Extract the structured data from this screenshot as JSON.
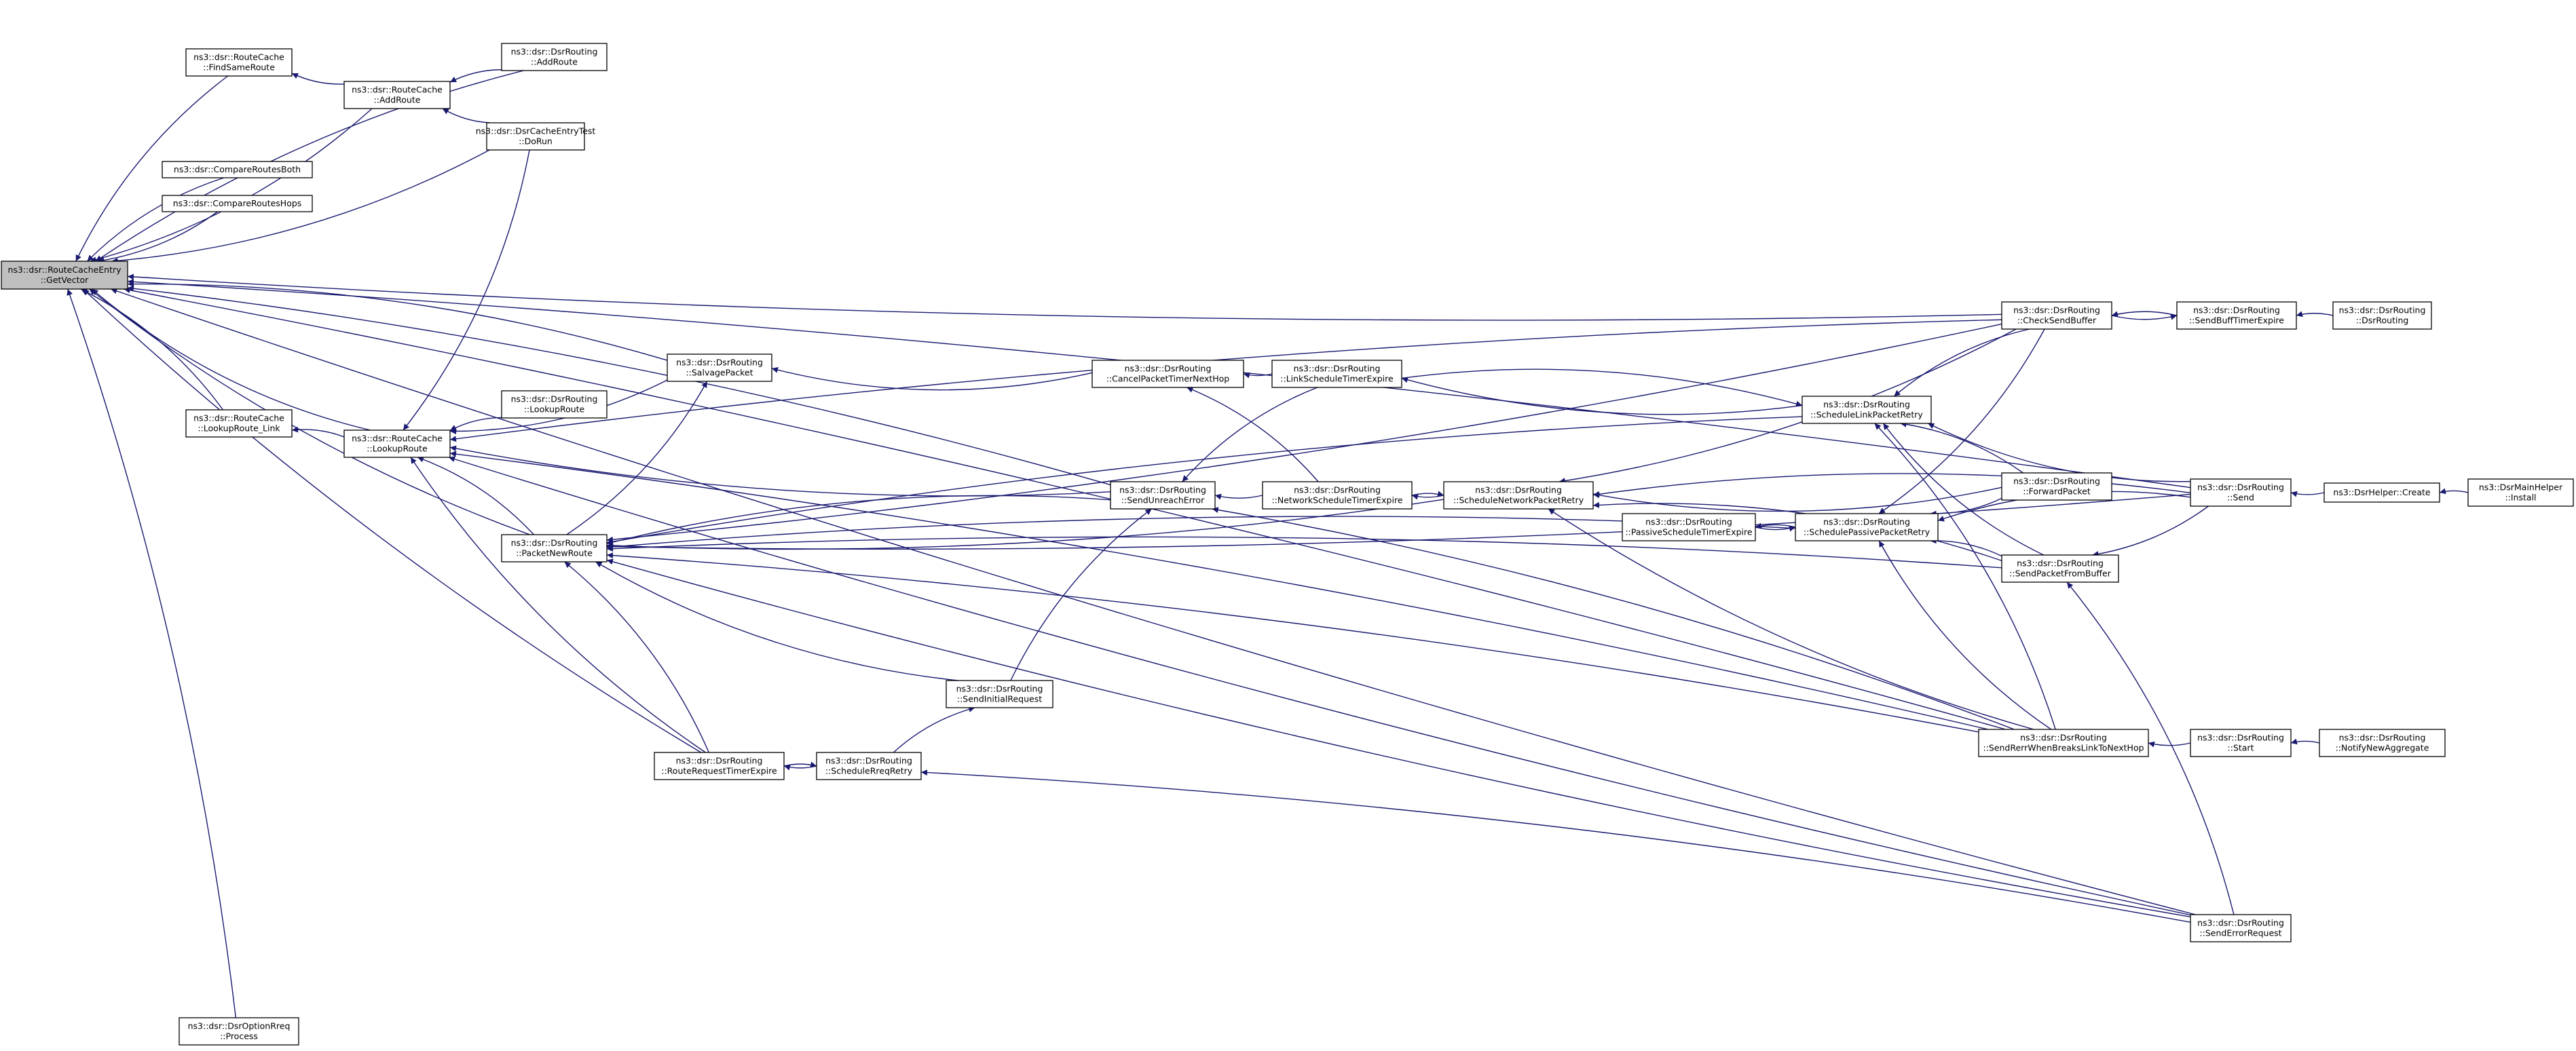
{
  "colors": {
    "edge": "#191970",
    "root_fill": "#bfbfbf",
    "node_fill": "#ffffff",
    "node_border": "#000000"
  },
  "nodes": [
    {
      "id": "GetVector",
      "lines": [
        "ns3::dsr::RouteCacheEntry",
        "::GetVector"
      ],
      "root": true
    },
    {
      "id": "FindSameRoute",
      "lines": [
        "ns3::dsr::RouteCache",
        "::FindSameRoute"
      ]
    },
    {
      "id": "AddRouteCache",
      "lines": [
        "ns3::dsr::RouteCache",
        "::AddRoute"
      ]
    },
    {
      "id": "AddRouteDsr",
      "lines": [
        "ns3::dsr::DsrRouting",
        "::AddRoute"
      ]
    },
    {
      "id": "DoRun",
      "lines": [
        "ns3::dsr::DsrCacheEntryTest",
        "::DoRun"
      ]
    },
    {
      "id": "CompareRoutesBoth",
      "lines": [
        "ns3::dsr::CompareRoutesBoth"
      ]
    },
    {
      "id": "CompareRoutesHops",
      "lines": [
        "ns3::dsr::CompareRoutesHops"
      ]
    },
    {
      "id": "LookupRouteLink",
      "lines": [
        "ns3::dsr::RouteCache",
        "::LookupRoute_Link"
      ]
    },
    {
      "id": "LookupRouteCache",
      "lines": [
        "ns3::dsr::RouteCache",
        "::LookupRoute"
      ]
    },
    {
      "id": "LookupRouteDsr",
      "lines": [
        "ns3::dsr::DsrRouting",
        "::LookupRoute"
      ]
    },
    {
      "id": "SalvagePacket",
      "lines": [
        "ns3::dsr::DsrRouting",
        "::SalvagePacket"
      ]
    },
    {
      "id": "PacketNewRoute",
      "lines": [
        "ns3::dsr::DsrRouting",
        "::PacketNewRoute"
      ]
    },
    {
      "id": "SendInitialRequest",
      "lines": [
        "ns3::dsr::DsrRouting",
        "::SendInitialRequest"
      ]
    },
    {
      "id": "RouteRequestTimerExpire",
      "lines": [
        "ns3::dsr::DsrRouting",
        "::RouteRequestTimerExpire"
      ]
    },
    {
      "id": "ScheduleRreqRetry",
      "lines": [
        "ns3::dsr::DsrRouting",
        "::ScheduleRreqRetry"
      ]
    },
    {
      "id": "CancelPacketTimerNextHop",
      "lines": [
        "ns3::dsr::DsrRouting",
        "::CancelPacketTimerNextHop"
      ]
    },
    {
      "id": "SendUnreachError",
      "lines": [
        "ns3::dsr::DsrRouting",
        "::SendUnreachError"
      ]
    },
    {
      "id": "LinkScheduleTimerExpire",
      "lines": [
        "ns3::dsr::DsrRouting",
        "::LinkScheduleTimerExpire"
      ]
    },
    {
      "id": "NetworkScheduleTimerExpire",
      "lines": [
        "ns3::dsr::DsrRouting",
        "::NetworkScheduleTimerExpire"
      ]
    },
    {
      "id": "ScheduleNetworkPacketRetry",
      "lines": [
        "ns3::dsr::DsrRouting",
        "::ScheduleNetworkPacketRetry"
      ]
    },
    {
      "id": "PassiveScheduleTimerExpire",
      "lines": [
        "ns3::dsr::DsrRouting",
        "::PassiveScheduleTimerExpire"
      ]
    },
    {
      "id": "ScheduleLinkPacketRetry",
      "lines": [
        "ns3::dsr::DsrRouting",
        "::ScheduleLinkPacketRetry"
      ]
    },
    {
      "id": "SchedulePassivePacketRetry",
      "lines": [
        "ns3::dsr::DsrRouting",
        "::SchedulePassivePacketRetry"
      ]
    },
    {
      "id": "CheckSendBuffer",
      "lines": [
        "ns3::dsr::DsrRouting",
        "::CheckSendBuffer"
      ]
    },
    {
      "id": "ForwardPacket",
      "lines": [
        "ns3::dsr::DsrRouting",
        "::ForwardPacket"
      ]
    },
    {
      "id": "SendPacketFromBuffer",
      "lines": [
        "ns3::dsr::DsrRouting",
        "::SendPacketFromBuffer"
      ]
    },
    {
      "id": "SendRerrWhenBreaksLinkToNextHop",
      "lines": [
        "ns3::dsr::DsrRouting",
        "::SendRerrWhenBreaksLinkToNextHop"
      ]
    },
    {
      "id": "SendBuffTimerExpire",
      "lines": [
        "ns3::dsr::DsrRouting",
        "::SendBuffTimerExpire"
      ]
    },
    {
      "id": "DsrRoutingCtor",
      "lines": [
        "ns3::dsr::DsrRouting",
        "::DsrRouting"
      ]
    },
    {
      "id": "Send",
      "lines": [
        "ns3::dsr::DsrRouting",
        "::Send"
      ]
    },
    {
      "id": "DsrHelperCreate",
      "lines": [
        "ns3::DsrHelper::Create"
      ]
    },
    {
      "id": "DsrMainHelperInstall",
      "lines": [
        "ns3::DsrMainHelper",
        "::Install"
      ]
    },
    {
      "id": "Start",
      "lines": [
        "ns3::dsr::DsrRouting",
        "::Start"
      ]
    },
    {
      "id": "NotifyNewAggregate",
      "lines": [
        "ns3::dsr::DsrRouting",
        "::NotifyNewAggregate"
      ]
    },
    {
      "id": "SendErrorRequest",
      "lines": [
        "ns3::dsr::DsrRouting",
        "::SendErrorRequest"
      ]
    },
    {
      "id": "OptionRreqProcess",
      "lines": [
        "ns3::dsr::DsrOptionRreq",
        "::Process"
      ]
    }
  ],
  "edges": [
    [
      "FindSameRoute",
      "GetVector"
    ],
    [
      "AddRouteCache",
      "GetVector"
    ],
    [
      "AddRouteDsr",
      "GetVector"
    ],
    [
      "DoRun",
      "GetVector"
    ],
    [
      "CompareRoutesBoth",
      "GetVector"
    ],
    [
      "CompareRoutesHops",
      "GetVector"
    ],
    [
      "LookupRouteLink",
      "GetVector"
    ],
    [
      "LookupRouteCache",
      "GetVector"
    ],
    [
      "SalvagePacket",
      "GetVector"
    ],
    [
      "PacketNewRoute",
      "GetVector"
    ],
    [
      "SendUnreachError",
      "GetVector"
    ],
    [
      "CheckSendBuffer",
      "GetVector"
    ],
    [
      "Send",
      "GetVector"
    ],
    [
      "RouteRequestTimerExpire",
      "GetVector"
    ],
    [
      "SendRerrWhenBreaksLinkToNextHop",
      "GetVector"
    ],
    [
      "SendErrorRequest",
      "GetVector"
    ],
    [
      "OptionRreqProcess",
      "GetVector"
    ],
    [
      "AddRouteCache",
      "FindSameRoute"
    ],
    [
      "AddRouteDsr",
      "AddRouteCache"
    ],
    [
      "DoRun",
      "AddRouteCache"
    ],
    [
      "LookupRouteCache",
      "LookupRouteLink"
    ],
    [
      "DoRun",
      "LookupRouteCache"
    ],
    [
      "LookupRouteDsr",
      "LookupRouteCache"
    ],
    [
      "SalvagePacket",
      "LookupRouteCache"
    ],
    [
      "PacketNewRoute",
      "LookupRouteCache"
    ],
    [
      "SendUnreachError",
      "LookupRouteCache"
    ],
    [
      "CheckSendBuffer",
      "LookupRouteCache"
    ],
    [
      "RouteRequestTimerExpire",
      "LookupRouteCache"
    ],
    [
      "SendRerrWhenBreaksLinkToNextHop",
      "LookupRouteCache"
    ],
    [
      "SendErrorRequest",
      "LookupRouteCache"
    ],
    [
      "PacketNewRoute",
      "SalvagePacket"
    ],
    [
      "CancelPacketTimerNextHop",
      "SalvagePacket"
    ],
    [
      "SendUnreachError",
      "PacketNewRoute"
    ],
    [
      "SendInitialRequest",
      "PacketNewRoute"
    ],
    [
      "RouteRequestTimerExpire",
      "PacketNewRoute"
    ],
    [
      "ScheduleNetworkPacketRetry",
      "PacketNewRoute"
    ],
    [
      "ScheduleLinkPacketRetry",
      "PacketNewRoute"
    ],
    [
      "CheckSendBuffer",
      "PacketNewRoute"
    ],
    [
      "SendPacketFromBuffer",
      "PacketNewRoute"
    ],
    [
      "Send",
      "PacketNewRoute"
    ],
    [
      "SendRerrWhenBreaksLinkToNextHop",
      "PacketNewRoute"
    ],
    [
      "SendErrorRequest",
      "PacketNewRoute"
    ],
    [
      "SchedulePassivePacketRetry",
      "PacketNewRoute"
    ],
    [
      "ScheduleRreqRetry",
      "RouteRequestTimerExpire"
    ],
    [
      "RouteRequestTimerExpire",
      "ScheduleRreqRetry"
    ],
    [
      "ScheduleRreqRetry",
      "SendInitialRequest"
    ],
    [
      "SendErrorRequest",
      "ScheduleRreqRetry"
    ],
    [
      "SendInitialRequest",
      "SendUnreachError"
    ],
    [
      "SendRerrWhenBreaksLinkToNextHop",
      "SendUnreachError"
    ],
    [
      "NetworkScheduleTimerExpire",
      "SendUnreachError"
    ],
    [
      "LinkScheduleTimerExpire",
      "SendUnreachError"
    ],
    [
      "LinkScheduleTimerExpire",
      "CancelPacketTimerNextHop"
    ],
    [
      "NetworkScheduleTimerExpire",
      "CancelPacketTimerNextHop"
    ],
    [
      "ScheduleLinkPacketRetry",
      "LinkScheduleTimerExpire"
    ],
    [
      "LinkScheduleTimerExpire",
      "ScheduleLinkPacketRetry"
    ],
    [
      "ScheduleNetworkPacketRetry",
      "NetworkScheduleTimerExpire"
    ],
    [
      "NetworkScheduleTimerExpire",
      "ScheduleNetworkPacketRetry"
    ],
    [
      "CheckSendBuffer",
      "ScheduleNetworkPacketRetry"
    ],
    [
      "Send",
      "ScheduleNetworkPacketRetry"
    ],
    [
      "ForwardPacket",
      "ScheduleNetworkPacketRetry"
    ],
    [
      "SendPacketFromBuffer",
      "ScheduleNetworkPacketRetry"
    ],
    [
      "SendRerrWhenBreaksLinkToNextHop",
      "ScheduleNetworkPacketRetry"
    ],
    [
      "SchedulePassivePacketRetry",
      "PassiveScheduleTimerExpire"
    ],
    [
      "PassiveScheduleTimerExpire",
      "SchedulePassivePacketRetry"
    ],
    [
      "CheckSendBuffer",
      "ScheduleLinkPacketRetry"
    ],
    [
      "Send",
      "ScheduleLinkPacketRetry"
    ],
    [
      "ForwardPacket",
      "ScheduleLinkPacketRetry"
    ],
    [
      "SendPacketFromBuffer",
      "ScheduleLinkPacketRetry"
    ],
    [
      "SendRerrWhenBreaksLinkToNextHop",
      "ScheduleLinkPacketRetry"
    ],
    [
      "CheckSendBuffer",
      "SchedulePassivePacketRetry"
    ],
    [
      "Send",
      "SchedulePassivePacketRetry"
    ],
    [
      "ForwardPacket",
      "SchedulePassivePacketRetry"
    ],
    [
      "SendPacketFromBuffer",
      "SchedulePassivePacketRetry"
    ],
    [
      "SendRerrWhenBreaksLinkToNextHop",
      "SchedulePassivePacketRetry"
    ],
    [
      "SendBuffTimerExpire",
      "CheckSendBuffer"
    ],
    [
      "CheckSendBuffer",
      "SendBuffTimerExpire"
    ],
    [
      "DsrRoutingCtor",
      "SendBuffTimerExpire"
    ],
    [
      "Send",
      "SendPacketFromBuffer"
    ],
    [
      "SendErrorRequest",
      "SendPacketFromBuffer"
    ],
    [
      "DsrHelperCreate",
      "Send"
    ],
    [
      "DsrMainHelperInstall",
      "DsrHelperCreate"
    ],
    [
      "Start",
      "SendRerrWhenBreaksLinkToNextHop"
    ],
    [
      "NotifyNewAggregate",
      "Start"
    ]
  ]
}
